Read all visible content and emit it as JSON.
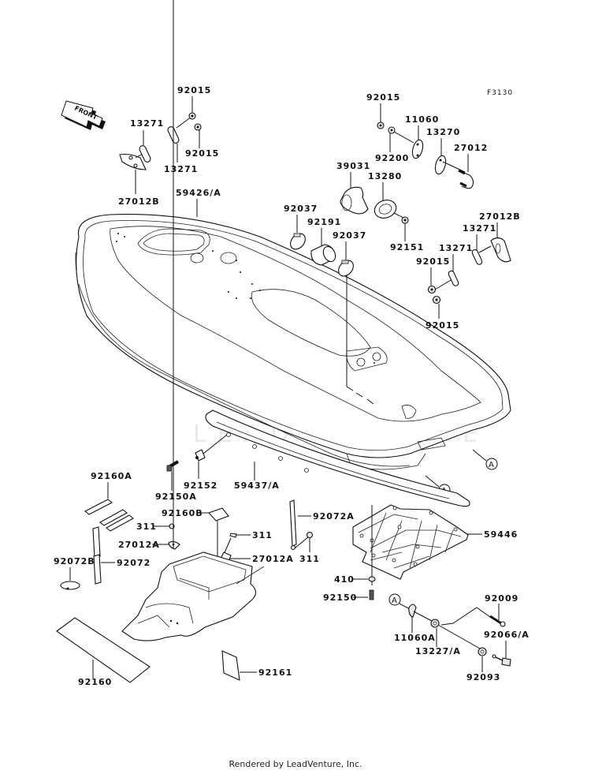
{
  "diagram": {
    "reference_code": "F3130",
    "front_arrow_text": "FRONT",
    "watermark": "LEADVENTURE",
    "footer": "Rendered by LeadVenture, Inc.",
    "callout_marker": "A",
    "labels": {
      "p92015_a": "92015",
      "p13271_a": "13271",
      "p13271_b": "13271",
      "p92015_b": "92015",
      "p27012B_a": "27012B",
      "p59426A": "59426/A",
      "p92015_c": "92015",
      "p11060": "11060",
      "p13270": "13270",
      "p27012": "27012",
      "p92200": "92200",
      "p39031": "39031",
      "p13280": "13280",
      "p92037_a": "92037",
      "p92191": "92191",
      "p92037_b": "92037",
      "p92151": "92151",
      "p27012B_b": "27012B",
      "p13271_c": "13271",
      "p13271_d": "13271",
      "p92015_d": "92015",
      "p92015_e": "92015",
      "p92152": "92152",
      "p92150A": "92150A",
      "p59437A": "59437/A",
      "p92160A": "92160A",
      "p92160B": "92160B",
      "p311_a": "311",
      "p311_b": "311",
      "p311_c": "311",
      "p27012A_a": "27012A",
      "p27012A_b": "27012A",
      "p92072A": "92072A",
      "p92072B": "92072B",
      "p92072": "92072",
      "p59446": "59446",
      "p410": "410",
      "p92150": "92150",
      "p92009": "92009",
      "p11060A": "11060A",
      "p13227A": "13227/A",
      "p92066A": "92066/A",
      "p92093": "92093",
      "p92160": "92160",
      "p92161": "92161"
    }
  }
}
